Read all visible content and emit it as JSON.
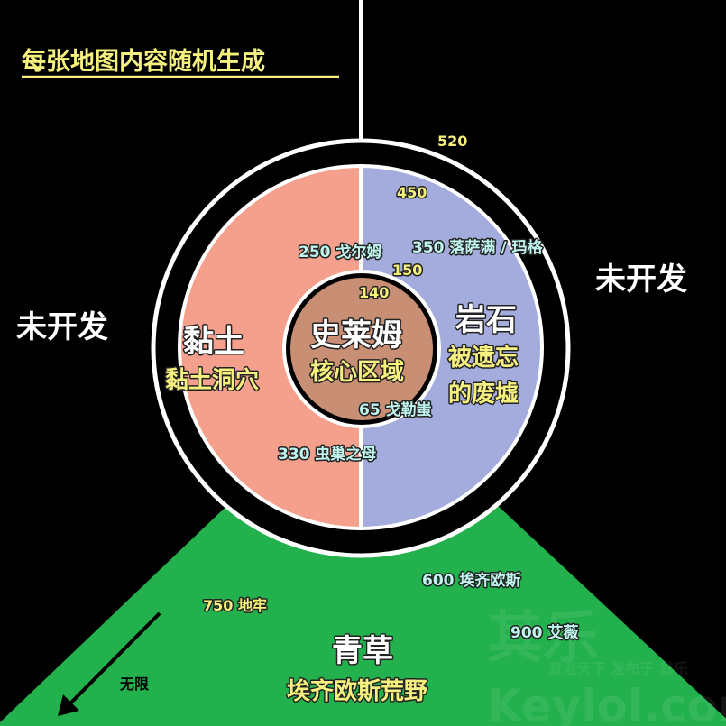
{
  "title": "每张地图内容随机生成",
  "colors": {
    "background": "#000000",
    "clay": "#f5a08c",
    "rock": "#a3acdc",
    "core": "#c98f74",
    "grass": "#22b14c",
    "label_yellow": "#f6f07e",
    "label_cyan": "#bff5ee"
  },
  "regions": {
    "left_undeveloped": "未开发",
    "right_undeveloped": "未开发",
    "clay": {
      "name": "黏土",
      "area": "黏土洞穴"
    },
    "rock": {
      "name": "岩石",
      "area_line1": "被遗忘",
      "area_line2": "的废墟"
    },
    "core": {
      "name": "史莱姆",
      "area": "核心区域"
    },
    "grass": {
      "name": "青草",
      "area": "埃齐欧斯荒野"
    },
    "infinite": "无限"
  },
  "distances": {
    "d520": "520",
    "d450": "450",
    "d150": "150",
    "d140": "140"
  },
  "bosses": [
    {
      "label": "250 戈尔姆"
    },
    {
      "label": "350 落萨满 / 玛格"
    },
    {
      "label": "65 戈勒蚩"
    },
    {
      "label": "330 虫巢之母"
    },
    {
      "label": "600 埃齐欧斯"
    },
    {
      "label": "750 地牢"
    },
    {
      "label": "900 艾薇"
    }
  ],
  "watermark": {
    "logo": "其乐",
    "slogan": "宣泄天下 发布于 其乐",
    "site": "Keylol.com"
  }
}
